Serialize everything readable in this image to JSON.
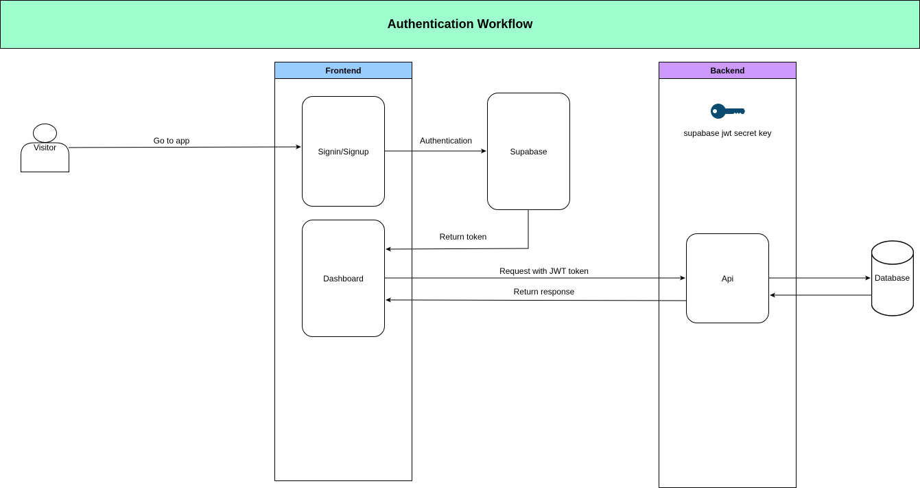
{
  "title": "Authentication Workflow",
  "colors": {
    "title_bg": "#9effcf",
    "frontend_head": "#99ccff",
    "backend_head": "#cc99ff",
    "key": "#0b4a6f"
  },
  "lanes": {
    "frontend": "Frontend",
    "backend": "Backend"
  },
  "actors": {
    "visitor": "Visitor"
  },
  "nodes": {
    "signin": "Signin/Signup",
    "supabase": "Supabase",
    "dashboard": "Dashboard",
    "api": "Api",
    "database": "Database"
  },
  "key": {
    "icon": "key-icon",
    "label": "supabase jwt secret key"
  },
  "edges": {
    "go_to_app": "Go to app",
    "authentication": "Authentication",
    "return_token": "Return token",
    "request_jwt": "Request with JWT token",
    "return_response": "Return response"
  }
}
